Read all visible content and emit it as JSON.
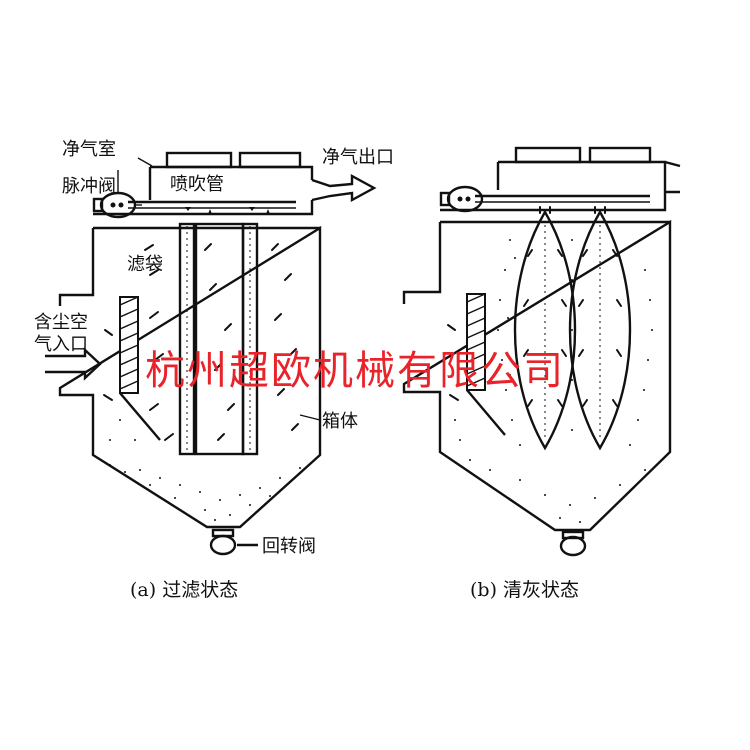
{
  "labels": {
    "clean_chamber": "净气室",
    "pulse_valve": "脉冲阀",
    "blow_pipe": "喷吹管",
    "clean_outlet": "净气出口",
    "filter_bag": "滤袋",
    "dusty_inlet_line1": "含尘空",
    "dusty_inlet_line2": "气入口",
    "housing": "箱体",
    "rotary_valve": "回转阀"
  },
  "captions": {
    "a": "(a)  过滤状态",
    "b": "(b)  清灰状态"
  },
  "watermark": "杭州超欧机械有限公司",
  "colors": {
    "line": "#111111",
    "watermark": "#e8232a"
  }
}
